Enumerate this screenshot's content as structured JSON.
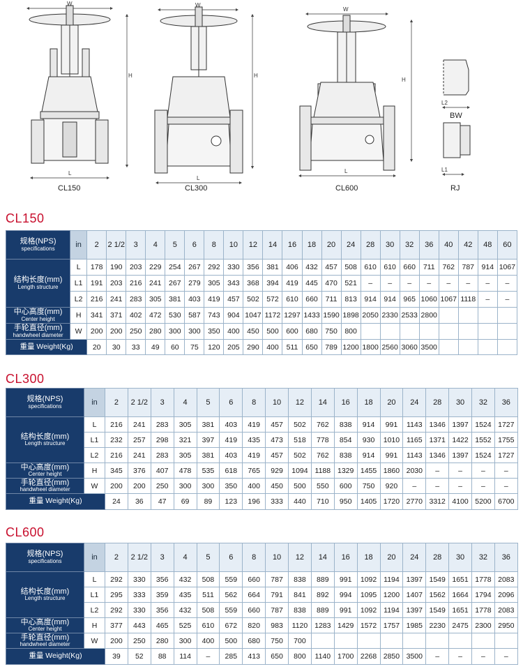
{
  "figures": {
    "dim_w": "W",
    "dim_h": "H",
    "dim_l": "L",
    "dim_l1": "L1",
    "dim_l2": "L2",
    "captions": [
      "CL150",
      "CL300",
      "CL600",
      "RJ"
    ],
    "bw_label": "BW"
  },
  "colors": {
    "title": "#c8102e",
    "label_bg": "#183b6b",
    "unit_bg": "#c4d3e2",
    "header_bg": "#e6eef6",
    "border": "#9bb3c9"
  },
  "tables": [
    {
      "title": "CL150",
      "unit_in": "in",
      "sizes": [
        "2",
        "2 1/2",
        "3",
        "4",
        "5",
        "6",
        "8",
        "10",
        "12",
        "14",
        "16",
        "18",
        "20",
        "24",
        "28",
        "30",
        "32",
        "36",
        "40",
        "42",
        "48",
        "60"
      ],
      "labels": {
        "spec_zh": "规格(NPS)",
        "spec_en": "specifications",
        "len_zh": "结构长度(mm)",
        "len_en": "Length structure",
        "center_zh": "中心高度(mm)",
        "center_en": "Center height",
        "hand_zh": "手轮直径(mm)",
        "hand_en": "handwheel diameter",
        "weight": "重量 Weight(Kg)"
      },
      "rows": [
        {
          "code": "L",
          "values": [
            "178",
            "190",
            "203",
            "229",
            "254",
            "267",
            "292",
            "330",
            "356",
            "381",
            "406",
            "432",
            "457",
            "508",
            "610",
            "610",
            "660",
            "711",
            "762",
            "787",
            "914",
            "1067"
          ]
        },
        {
          "code": "L1",
          "values": [
            "191",
            "203",
            "216",
            "241",
            "267",
            "279",
            "305",
            "343",
            "368",
            "394",
            "419",
            "445",
            "470",
            "521",
            "–",
            "–",
            "–",
            "–",
            "–",
            "–",
            "–",
            "–"
          ]
        },
        {
          "code": "L2",
          "values": [
            "216",
            "241",
            "283",
            "305",
            "381",
            "403",
            "419",
            "457",
            "502",
            "572",
            "610",
            "660",
            "711",
            "813",
            "914",
            "914",
            "965",
            "1060",
            "1067",
            "1118",
            "–",
            "–"
          ]
        },
        {
          "code": "H",
          "values": [
            "341",
            "371",
            "402",
            "472",
            "530",
            "587",
            "743",
            "904",
            "1047",
            "1172",
            "1297",
            "1433",
            "1590",
            "1898",
            "2050",
            "2330",
            "2533",
            "2800",
            "",
            "",
            "",
            ""
          ]
        },
        {
          "code": "W",
          "values": [
            "200",
            "200",
            "250",
            "280",
            "300",
            "300",
            "350",
            "400",
            "450",
            "500",
            "600",
            "680",
            "750",
            "800",
            "",
            "",
            "",
            "",
            "",
            "",
            "",
            ""
          ]
        },
        {
          "code": "",
          "values": [
            "20",
            "30",
            "33",
            "49",
            "60",
            "75",
            "120",
            "205",
            "290",
            "400",
            "511",
            "650",
            "789",
            "1200",
            "1800",
            "2560",
            "3060",
            "3500",
            "",
            "",
            "",
            ""
          ]
        }
      ]
    },
    {
      "title": "CL300",
      "unit_in": "in",
      "sizes": [
        "2",
        "2 1/2",
        "3",
        "4",
        "5",
        "6",
        "8",
        "10",
        "12",
        "14",
        "16",
        "18",
        "20",
        "24",
        "28",
        "30",
        "32",
        "36"
      ],
      "labels": {
        "spec_zh": "规格(NPS)",
        "spec_en": "specifications",
        "len_zh": "结构长度(mm)",
        "len_en": "Length structure",
        "center_zh": "中心高度(mm)",
        "center_en": "Center height",
        "hand_zh": "手轮直径(mm)",
        "hand_en": "handwheel diameter",
        "weight": "重量 Weight(Kg)"
      },
      "rows": [
        {
          "code": "L",
          "values": [
            "216",
            "241",
            "283",
            "305",
            "381",
            "403",
            "419",
            "457",
            "502",
            "762",
            "838",
            "914",
            "991",
            "1143",
            "1346",
            "1397",
            "1524",
            "1727"
          ]
        },
        {
          "code": "L1",
          "values": [
            "232",
            "257",
            "298",
            "321",
            "397",
            "419",
            "435",
            "473",
            "518",
            "778",
            "854",
            "930",
            "1010",
            "1165",
            "1371",
            "1422",
            "1552",
            "1755"
          ]
        },
        {
          "code": "L2",
          "values": [
            "216",
            "241",
            "283",
            "305",
            "381",
            "403",
            "419",
            "457",
            "502",
            "762",
            "838",
            "914",
            "991",
            "1143",
            "1346",
            "1397",
            "1524",
            "1727"
          ]
        },
        {
          "code": "H",
          "values": [
            "345",
            "376",
            "407",
            "478",
            "535",
            "618",
            "765",
            "929",
            "1094",
            "1188",
            "1329",
            "1455",
            "1860",
            "2030",
            "–",
            "–",
            "–",
            "–"
          ]
        },
        {
          "code": "W",
          "values": [
            "200",
            "200",
            "250",
            "300",
            "300",
            "350",
            "400",
            "450",
            "500",
            "550",
            "600",
            "750",
            "920",
            "–",
            "–",
            "–",
            "–",
            "–"
          ]
        },
        {
          "code": "",
          "values": [
            "24",
            "36",
            "47",
            "69",
            "89",
            "123",
            "196",
            "333",
            "440",
            "710",
            "950",
            "1405",
            "1720",
            "2770",
            "3312",
            "4100",
            "5200",
            "6700"
          ]
        }
      ]
    },
    {
      "title": "CL600",
      "unit_in": "in",
      "sizes": [
        "2",
        "2 1/2",
        "3",
        "4",
        "5",
        "6",
        "8",
        "10",
        "12",
        "14",
        "16",
        "18",
        "20",
        "24",
        "28",
        "30",
        "32",
        "36"
      ],
      "labels": {
        "spec_zh": "规格(NPS)",
        "spec_en": "specifications",
        "len_zh": "结构长度(mm)",
        "len_en": "Length structure",
        "center_zh": "中心高度(mm)",
        "center_en": "Center height",
        "hand_zh": "手轮直径(mm)",
        "hand_en": "handwheel diameter",
        "weight": "重量 Weight(Kg)"
      },
      "rows": [
        {
          "code": "L",
          "values": [
            "292",
            "330",
            "356",
            "432",
            "508",
            "559",
            "660",
            "787",
            "838",
            "889",
            "991",
            "1092",
            "1194",
            "1397",
            "1549",
            "1651",
            "1778",
            "2083"
          ]
        },
        {
          "code": "L1",
          "values": [
            "295",
            "333",
            "359",
            "435",
            "511",
            "562",
            "664",
            "791",
            "841",
            "892",
            "994",
            "1095",
            "1200",
            "1407",
            "1562",
            "1664",
            "1794",
            "2096"
          ]
        },
        {
          "code": "L2",
          "values": [
            "292",
            "330",
            "356",
            "432",
            "508",
            "559",
            "660",
            "787",
            "838",
            "889",
            "991",
            "1092",
            "1194",
            "1397",
            "1549",
            "1651",
            "1778",
            "2083"
          ]
        },
        {
          "code": "H",
          "values": [
            "377",
            "443",
            "465",
            "525",
            "610",
            "672",
            "820",
            "983",
            "1120",
            "1283",
            "1429",
            "1572",
            "1757",
            "1985",
            "2230",
            "2475",
            "2300",
            "2950"
          ]
        },
        {
          "code": "W",
          "values": [
            "200",
            "250",
            "280",
            "300",
            "400",
            "500",
            "680",
            "750",
            "700",
            "",
            "",
            "",
            "",
            "",
            "",
            "",
            "",
            ""
          ]
        },
        {
          "code": "",
          "values": [
            "39",
            "52",
            "88",
            "114",
            "–",
            "285",
            "413",
            "650",
            "800",
            "1140",
            "1700",
            "2268",
            "2850",
            "3500",
            "–",
            "–",
            "–",
            "–"
          ]
        }
      ]
    }
  ]
}
